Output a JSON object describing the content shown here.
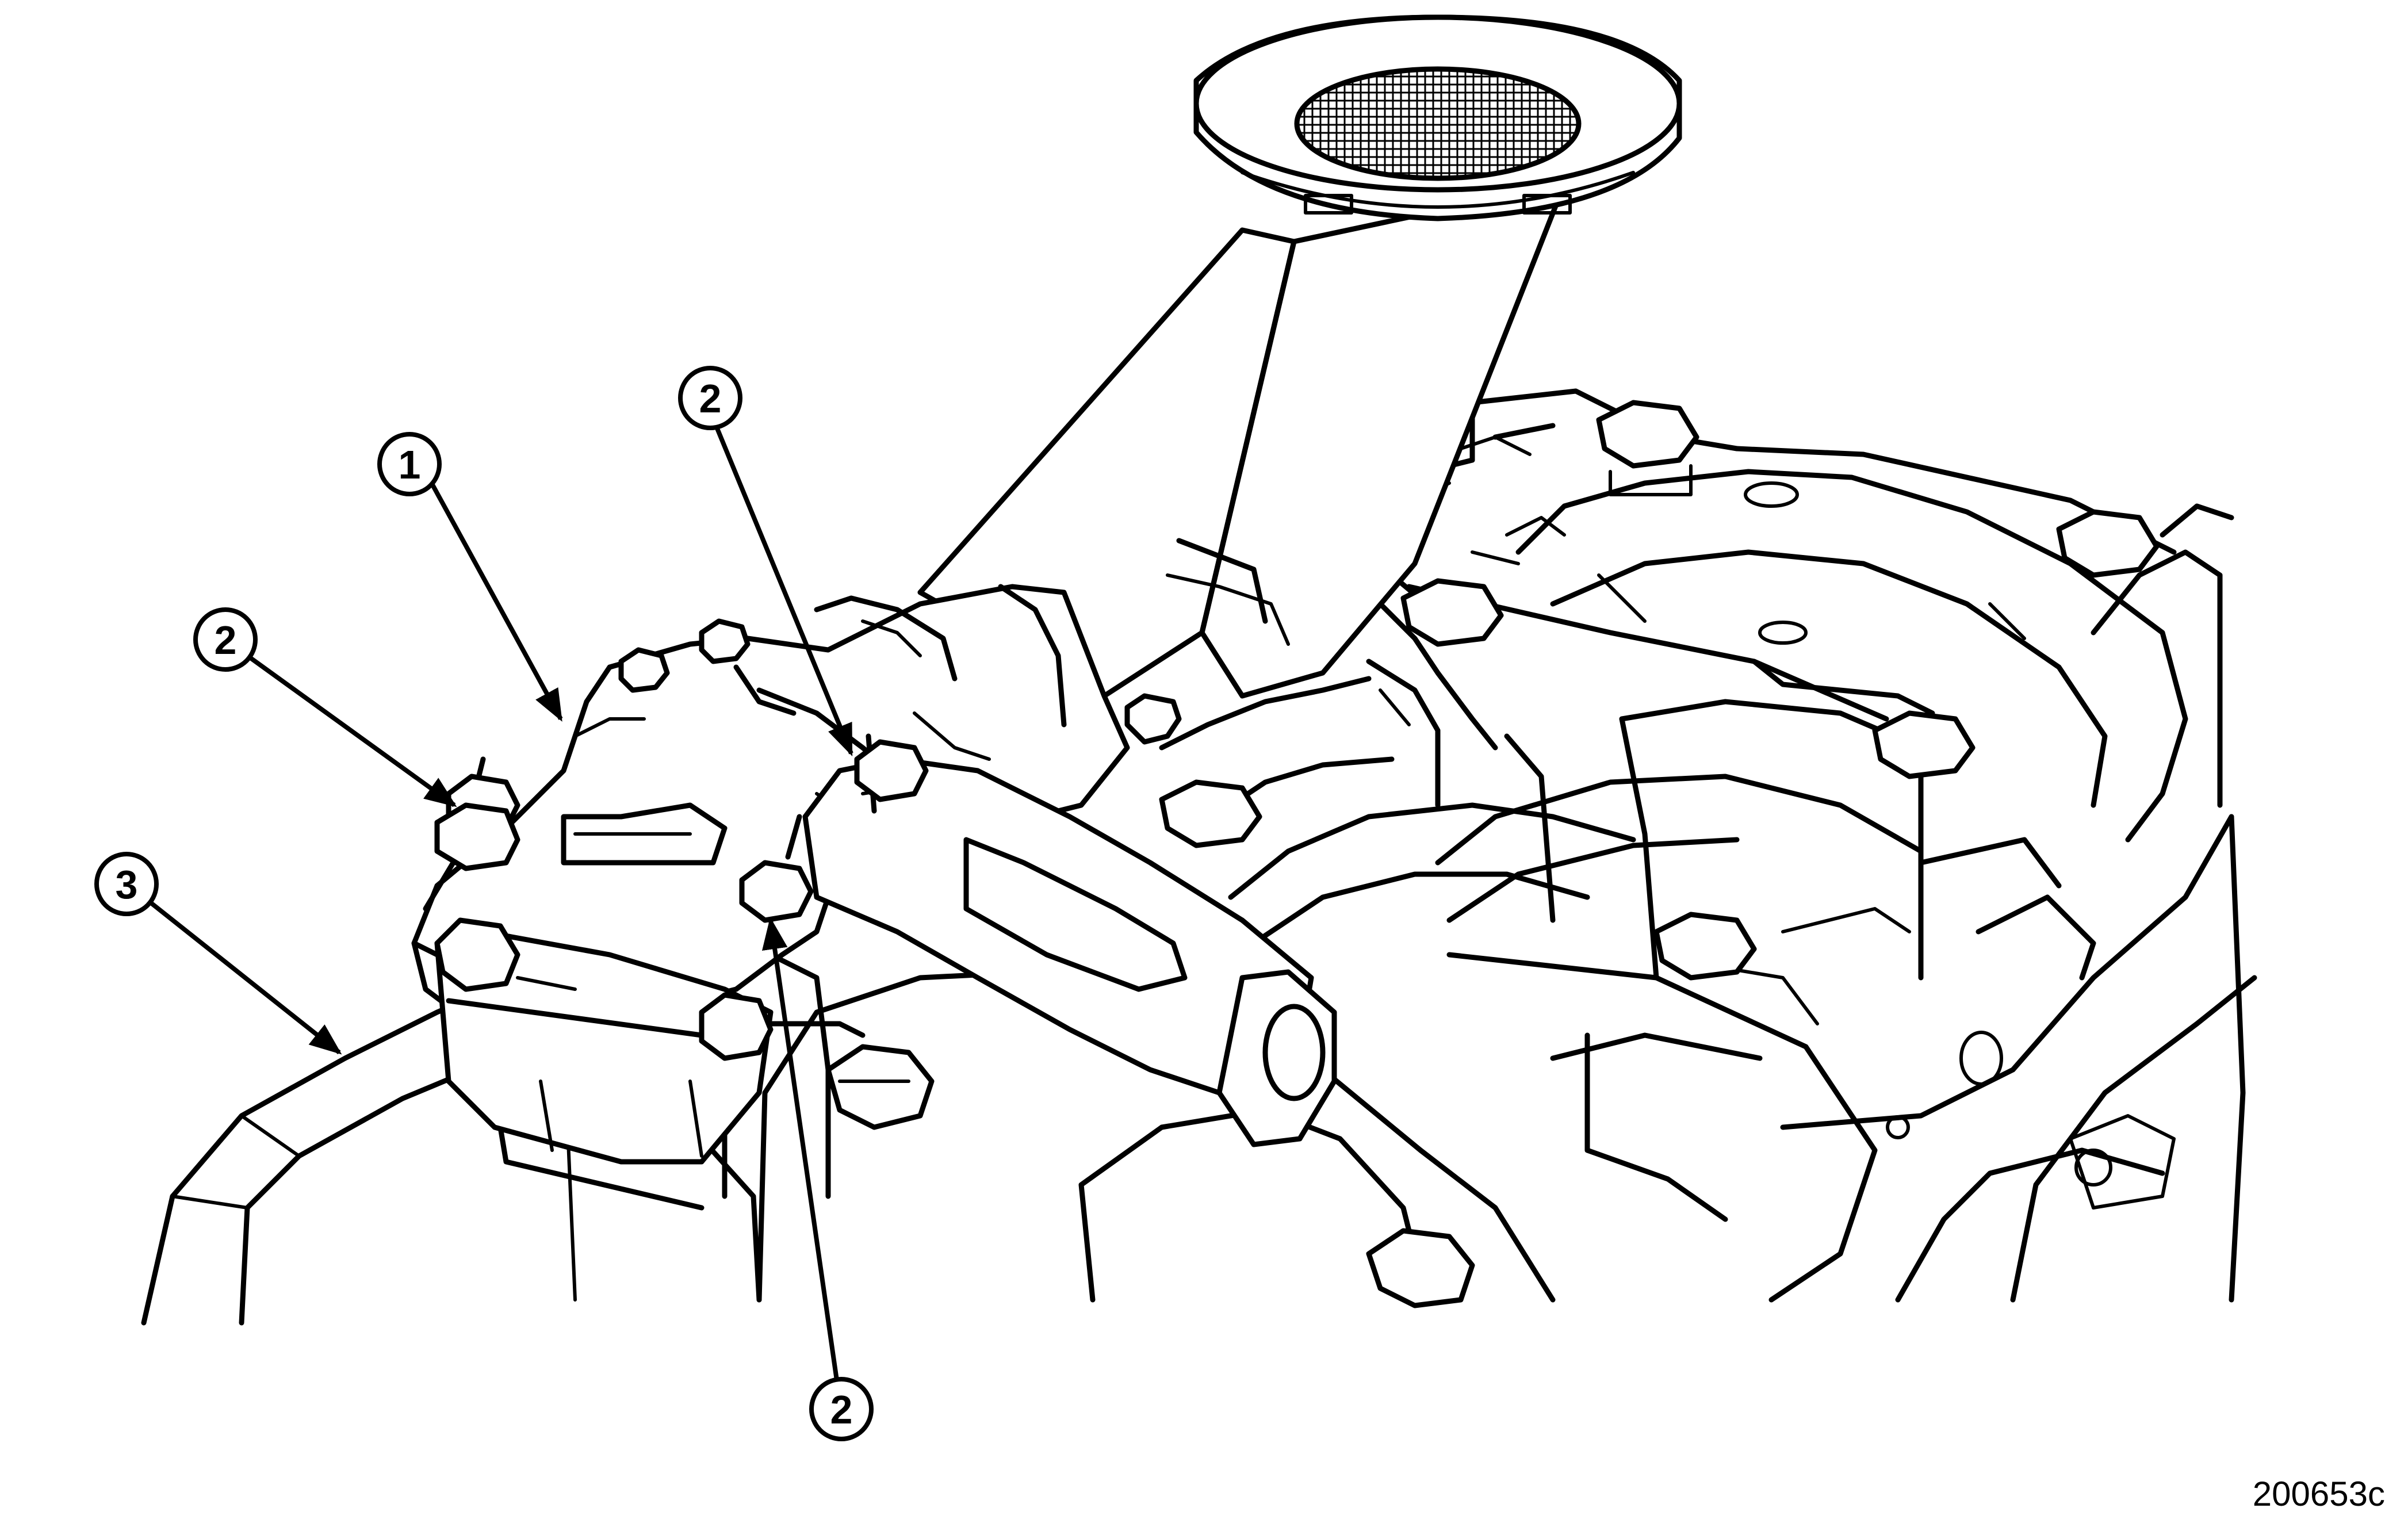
{
  "figure": {
    "id": "200653c"
  },
  "callouts": [
    {
      "label": "1"
    },
    {
      "label": "2"
    },
    {
      "label": "2"
    },
    {
      "label": "2"
    },
    {
      "label": "3"
    }
  ],
  "colors": {
    "line": "#000000",
    "background": "#ffffff"
  }
}
